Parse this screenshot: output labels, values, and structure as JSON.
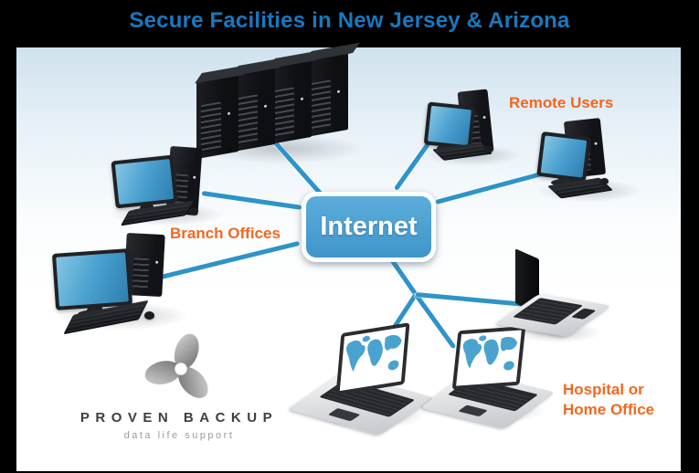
{
  "title": "Secure Facilities in New Jersey & Arizona",
  "hub": {
    "label": "Internet"
  },
  "labels": {
    "branch": "Branch Offices",
    "remote": "Remote Users",
    "hospital_line1": "Hospital or",
    "hospital_line2": "Home Office"
  },
  "logo": {
    "name": "PROVEN BACKUP",
    "tagline": "data life support"
  },
  "colors": {
    "title_blue": "#1879c0",
    "label_orange": "#f2671f",
    "line_blue": "#2e93c8",
    "hub_fill": "#4aa0d5",
    "background_frame": "#000000",
    "panel_gradient_top": "#cfe2ee"
  },
  "icons": [
    "server-rack-icon",
    "desktop-computer-icon",
    "laptop-icon",
    "laptop-side-icon",
    "pinwheel-logo-icon"
  ]
}
